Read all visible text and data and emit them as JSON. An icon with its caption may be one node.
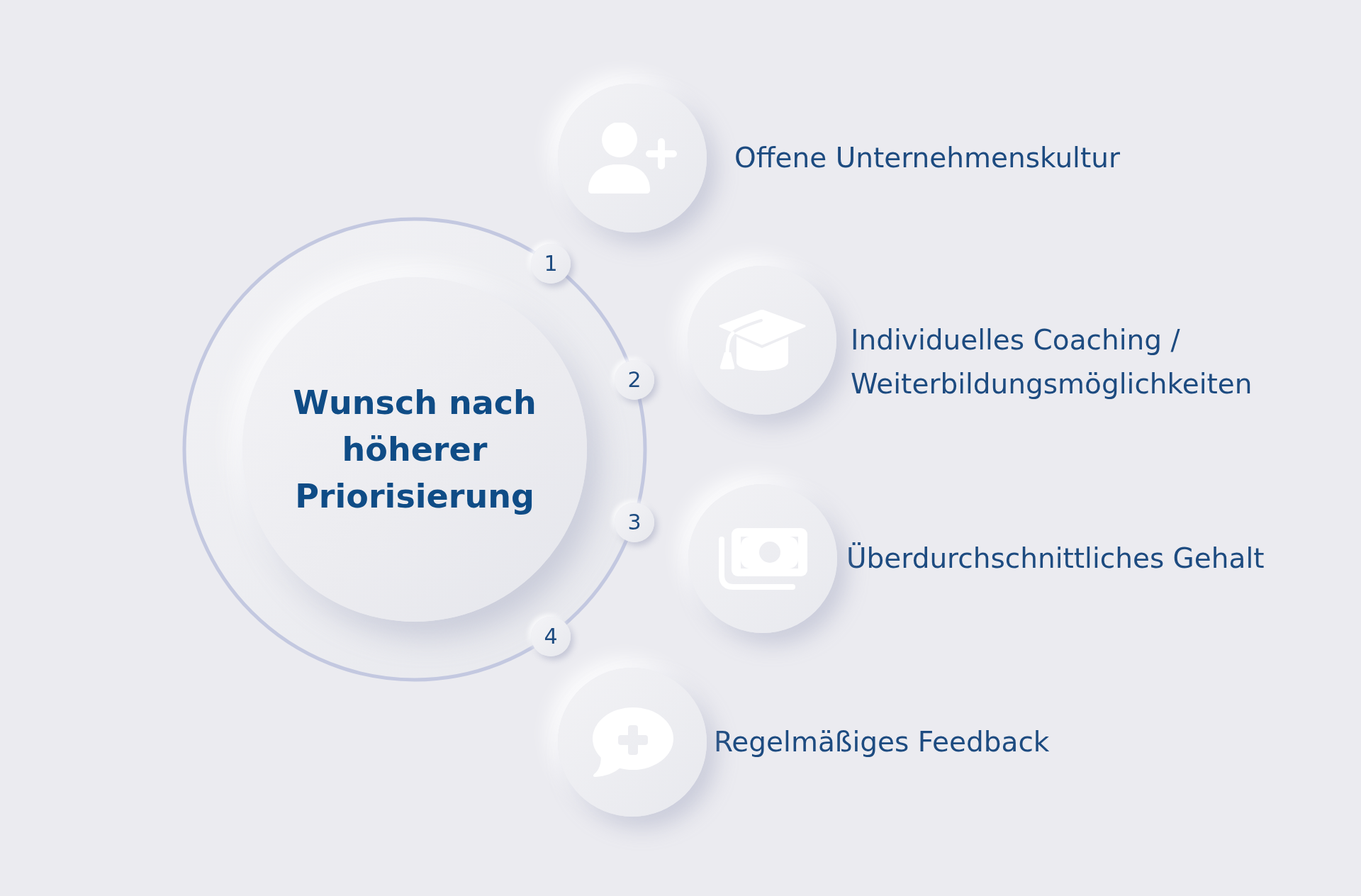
{
  "diagram": {
    "nodes": [
      {
        "text": [
          "Wunsch nach höherer Priorisierung"
        ]
      },
      {
        "text": [
          "1"
        ]
      },
      {
        "text": [],
        "shape": "circle",
        "beside": [
          "Offene Unternehmenskultur"
        ]
      },
      {
        "text": [
          "2"
        ]
      },
      {
        "text": [],
        "shape": "circle",
        "beside": [
          "Individuelles Coaching / Weiterbildungsmöglichkeiten"
        ]
      },
      {
        "text": [
          "3"
        ]
      },
      {
        "text": [],
        "shape": "circle",
        "beside": [
          "Überdurchschnittliches Gehalt"
        ]
      },
      {
        "text": [
          "4"
        ]
      },
      {
        "text": [],
        "shape": "circle",
        "beside": [
          "Regelmäßiges Feedback"
        ]
      }
    ]
  }
}
